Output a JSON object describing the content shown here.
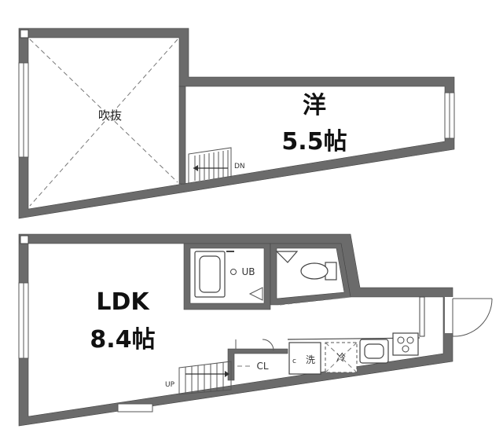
{
  "upper_floor": {
    "void_label": "吹抜",
    "room_type": "洋",
    "room_size": "5.5帖",
    "stair_label": "DN"
  },
  "lower_floor": {
    "room_type": "LDK",
    "room_size": "8.4帖",
    "bath_label": "UB",
    "closet_label": "CL",
    "washer_label": "洗",
    "fridge_label": "冷",
    "stair_label": "UP"
  },
  "colors": {
    "wall": "#6b6b6b",
    "line": "#444444",
    "background": "#ffffff"
  }
}
